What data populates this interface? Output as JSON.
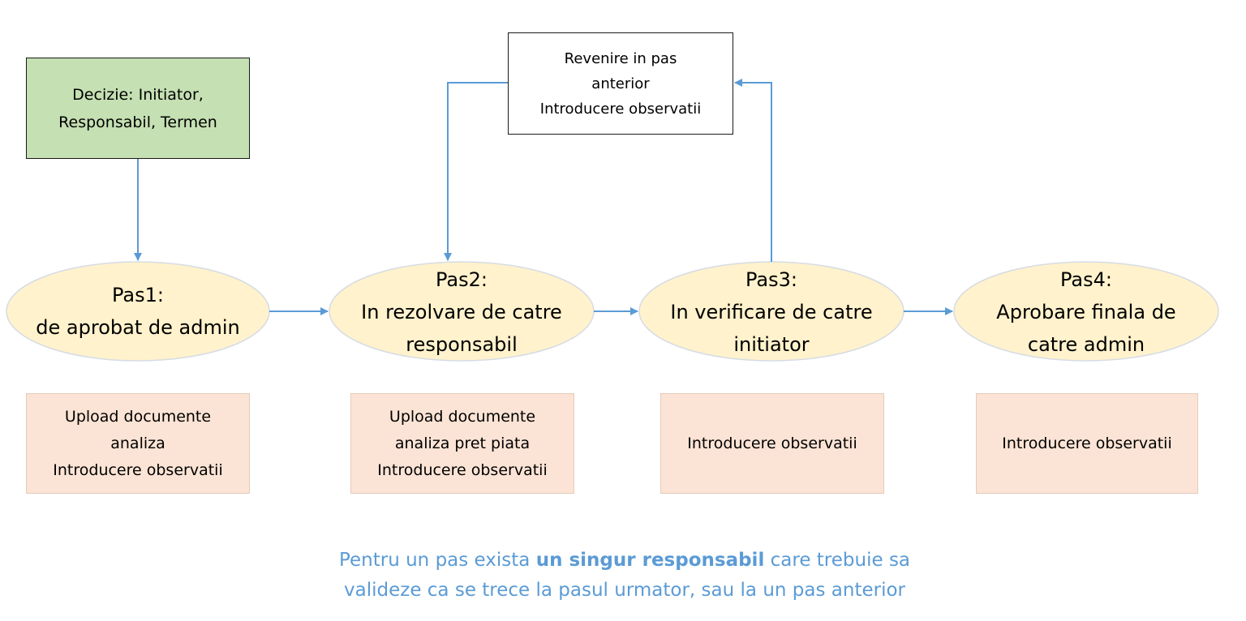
{
  "decision": {
    "lines": [
      "Decizie: Initiator,",
      "Responsabil, Termen"
    ]
  },
  "revert": {
    "lines": [
      "Revenire in pas",
      "anterior",
      "Introducere observatii"
    ]
  },
  "steps": [
    {
      "lines": [
        "Pas1:",
        "de aprobat de admin"
      ]
    },
    {
      "lines": [
        "Pas2:",
        "In rezolvare de catre",
        "responsabil"
      ]
    },
    {
      "lines": [
        "Pas3:",
        "In verificare de catre",
        "initiator"
      ]
    },
    {
      "lines": [
        "Pas4:",
        "Aprobare finala de",
        "catre admin"
      ]
    }
  ],
  "tasks": [
    {
      "lines": [
        "Upload documente",
        "analiza",
        "Introducere observatii"
      ]
    },
    {
      "lines": [
        "Upload documente",
        "analiza pret piata",
        "Introducere observatii"
      ]
    },
    {
      "lines": [
        "Introducere observatii"
      ]
    },
    {
      "lines": [
        "Introducere observatii"
      ]
    }
  ],
  "note": {
    "part1": "Pentru un pas exista ",
    "bold": "un singur responsabil",
    "part2": " care trebuie sa",
    "line2": "valideze ca se trece la pasul urmator, sau la un pas anterior"
  },
  "colors": {
    "arrow": "#5b9bd5",
    "decision_fill": "#c5e0b3",
    "step_fill": "#fff2cc",
    "task_fill": "#fbe4d5",
    "note_text": "#5b9bd5"
  }
}
